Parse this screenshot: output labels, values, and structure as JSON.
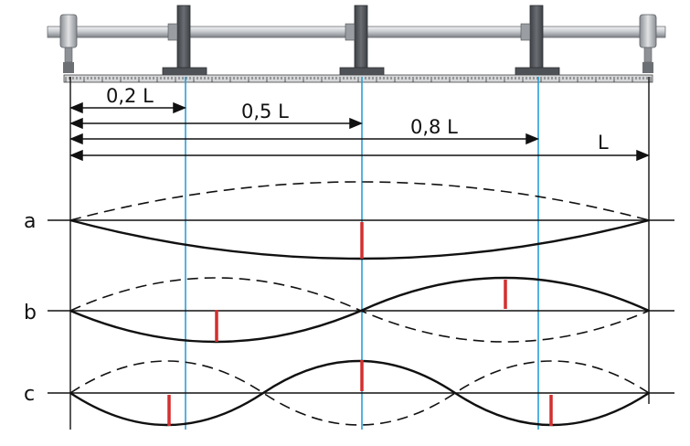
{
  "dimension_labels": {
    "d1": "0,2 L",
    "d2": "0,5 L",
    "d3": "0,8 L",
    "d4": "L"
  },
  "mode_labels": {
    "a": "a",
    "b": "b",
    "c": "c"
  },
  "colors": {
    "guide_line": "#2a9fd6",
    "amplitude_marker": "#d32f2f",
    "ink": "#111111",
    "rod": "#b8bcc0",
    "clamp": "#55595d"
  }
}
